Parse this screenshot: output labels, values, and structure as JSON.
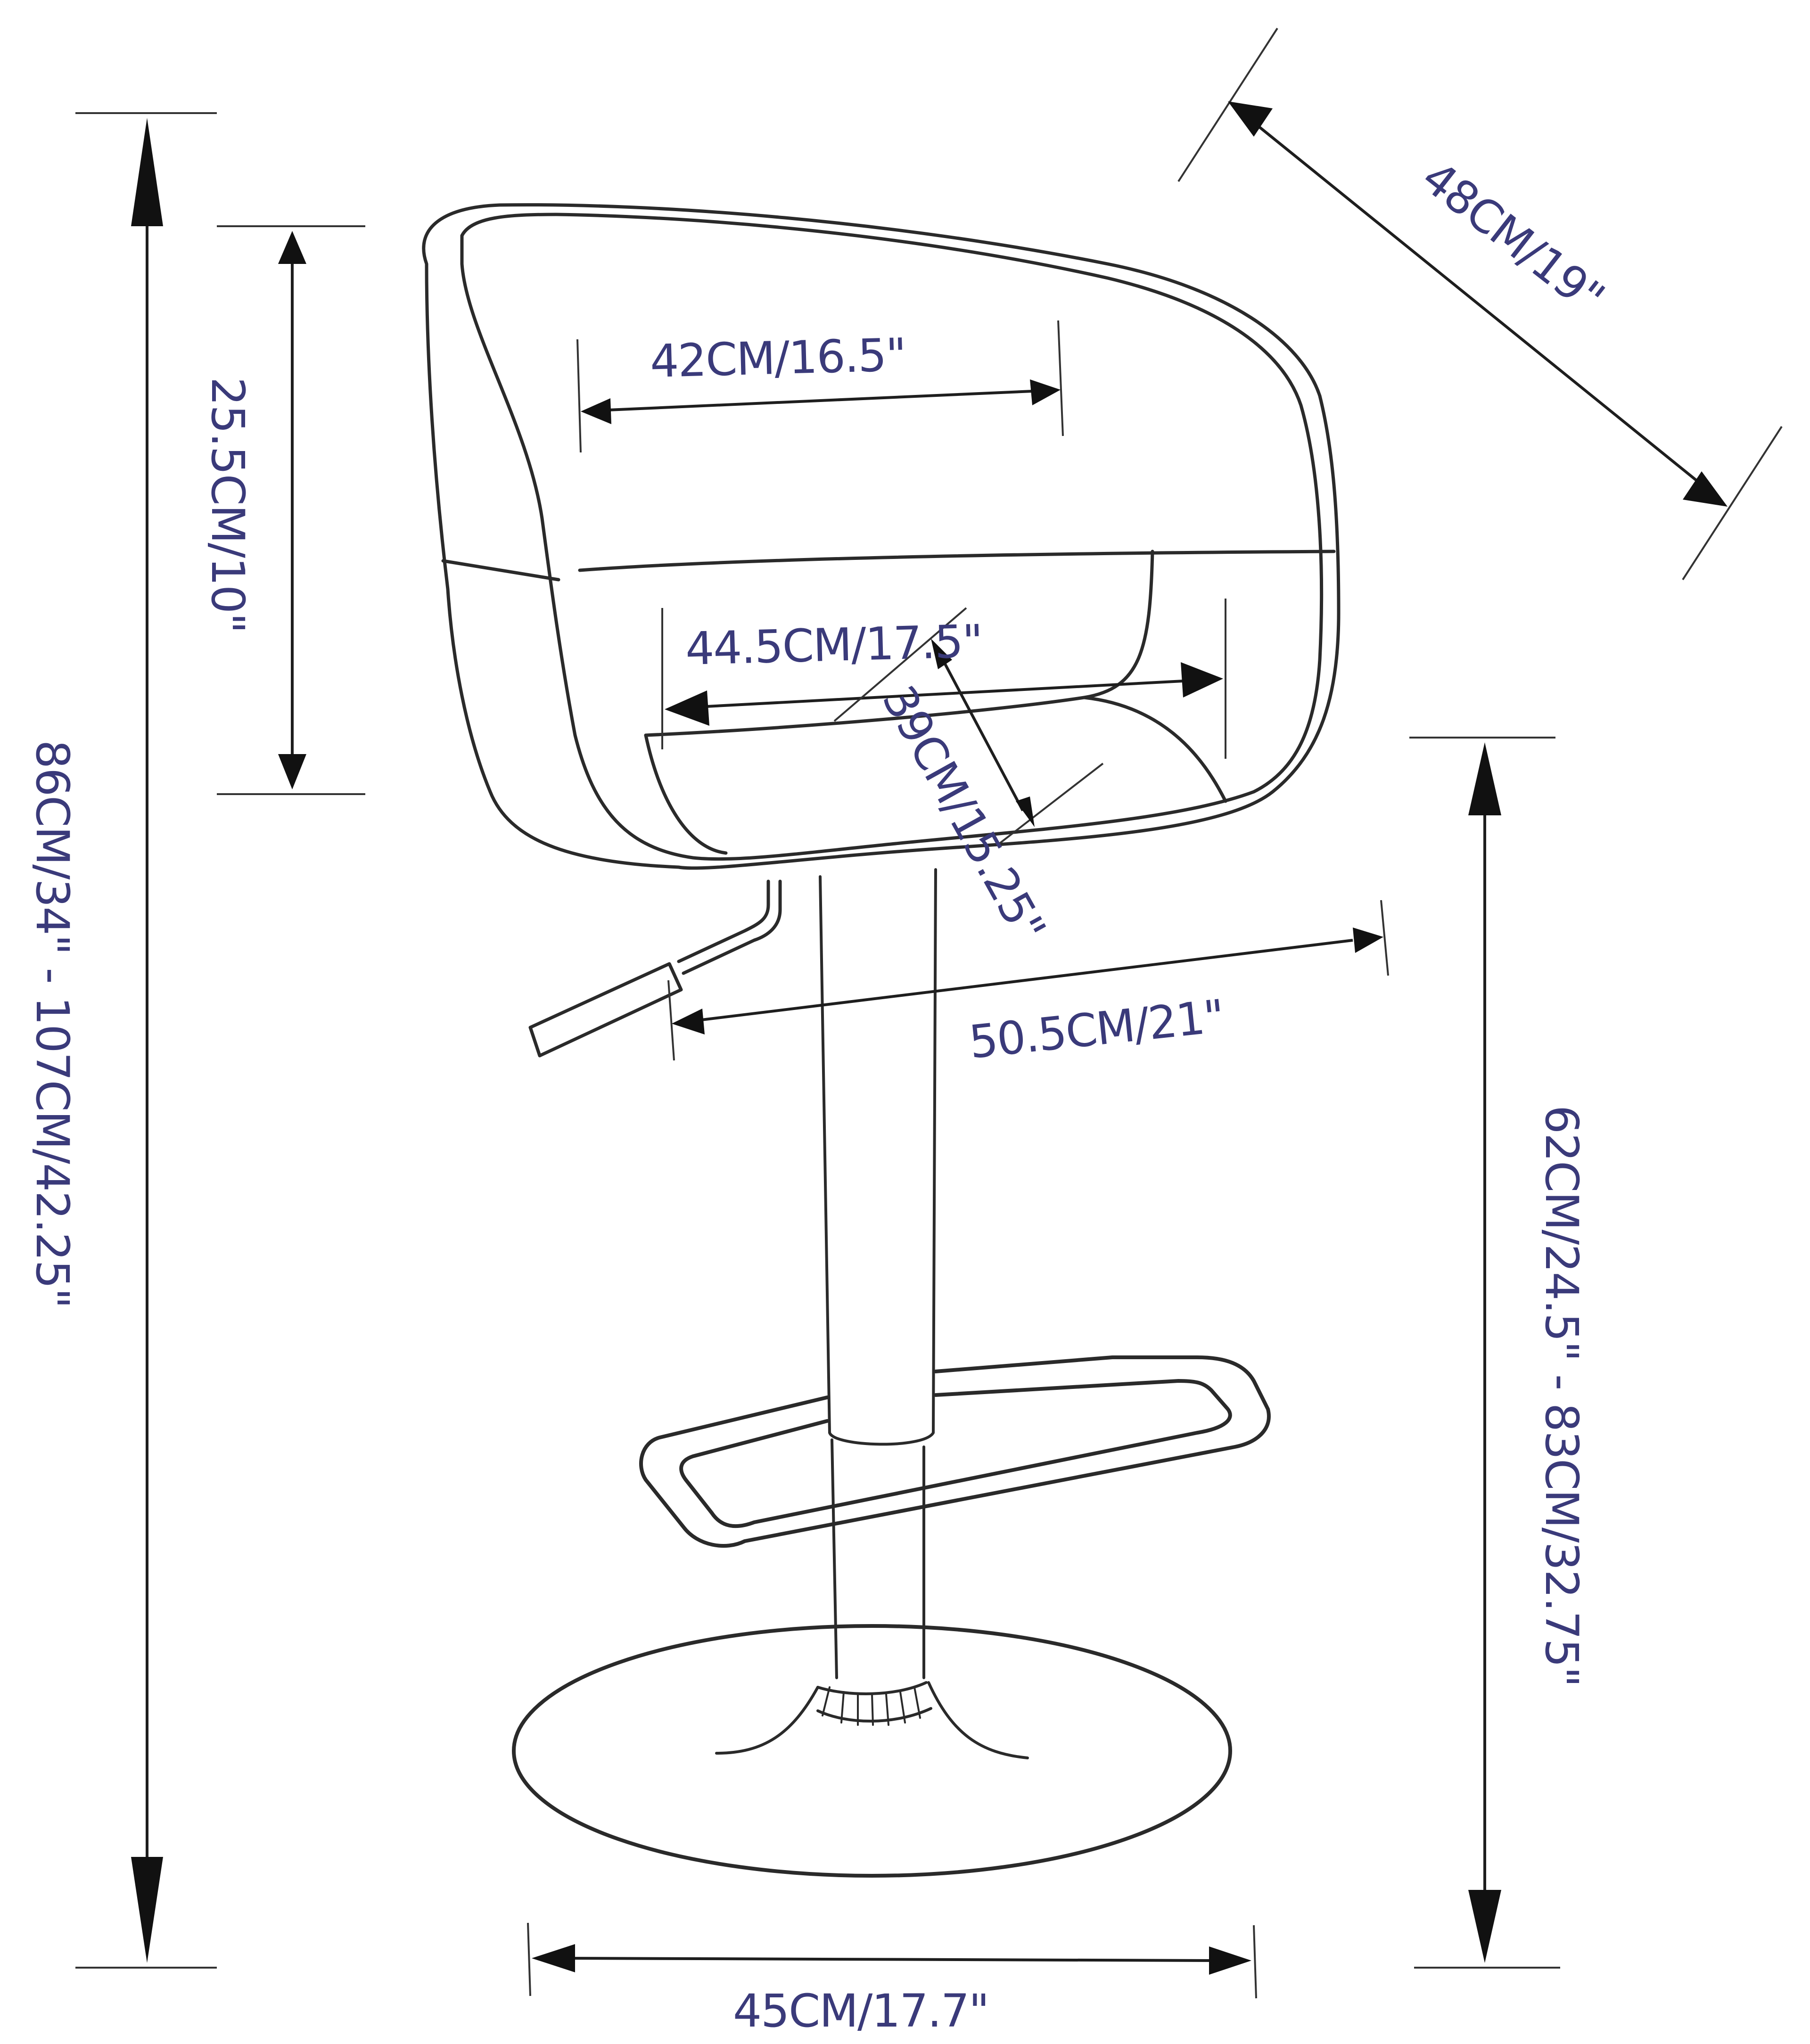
{
  "figure": {
    "subject": "Adjustable bar stool with upholstered bucket seat, gas-lift handle, footrest ring and round base",
    "label_color": "#3a3a7a",
    "line_color": "#2a2a2a"
  },
  "dimensions": {
    "overall_height": "86CM/34\" - 107CM/42.25\"",
    "backrest_height": "25.5CM/10\"",
    "back_width": "42CM/16.5\"",
    "seat_width": "44.5CM/17.5\"",
    "seat_depth": "39CM/15.25\"",
    "overall_width": "50.5CM/21\"",
    "overall_depth": "48CM/19\"",
    "seat_height": "62CM/24.5\" - 83CM/32.75\"",
    "base_diameter": "45CM/17.7\""
  }
}
